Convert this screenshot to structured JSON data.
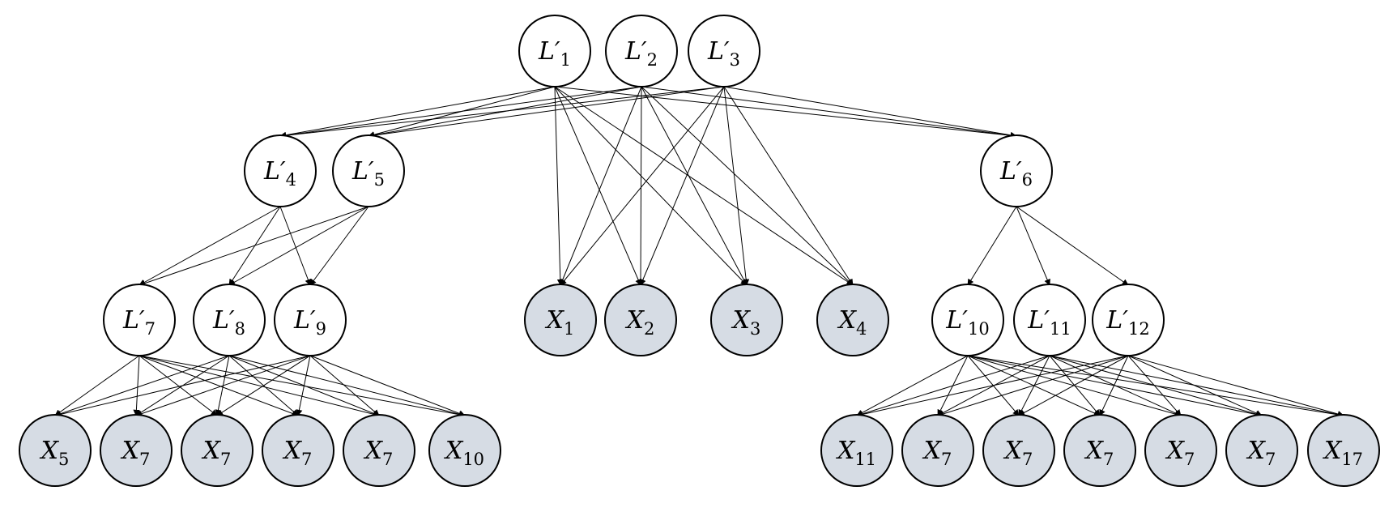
{
  "colors": {
    "latent_fill": "#ffffff",
    "observed_fill": "#d6dce4",
    "stroke": "#000000"
  },
  "nodes": [
    {
      "id": "L1",
      "base": "L",
      "prime": "′",
      "sub": "1",
      "kind": "latent"
    },
    {
      "id": "L2",
      "base": "L",
      "prime": "′",
      "sub": "2",
      "kind": "latent"
    },
    {
      "id": "L3",
      "base": "L",
      "prime": "′",
      "sub": "3",
      "kind": "latent"
    },
    {
      "id": "L4",
      "base": "L",
      "prime": "′",
      "sub": "4",
      "kind": "latent"
    },
    {
      "id": "L5",
      "base": "L",
      "prime": "′",
      "sub": "5",
      "kind": "latent"
    },
    {
      "id": "L6",
      "base": "L",
      "prime": "′",
      "sub": "6",
      "kind": "latent"
    },
    {
      "id": "L7",
      "base": "L",
      "prime": "′",
      "sub": "7",
      "kind": "latent"
    },
    {
      "id": "L8",
      "base": "L",
      "prime": "′",
      "sub": "8",
      "kind": "latent"
    },
    {
      "id": "L9",
      "base": "L",
      "prime": "′",
      "sub": "9",
      "kind": "latent"
    },
    {
      "id": "L10",
      "base": "L",
      "prime": "′",
      "sub": "10",
      "kind": "latent"
    },
    {
      "id": "L11",
      "base": "L",
      "prime": "′",
      "sub": "11",
      "kind": "latent"
    },
    {
      "id": "L12",
      "base": "L",
      "prime": "′",
      "sub": "12",
      "kind": "latent"
    },
    {
      "id": "X1",
      "base": "X",
      "prime": "",
      "sub": "1",
      "kind": "observed"
    },
    {
      "id": "X2",
      "base": "X",
      "prime": "",
      "sub": "2",
      "kind": "observed"
    },
    {
      "id": "X3",
      "base": "X",
      "prime": "",
      "sub": "3",
      "kind": "observed"
    },
    {
      "id": "X4",
      "base": "X",
      "prime": "",
      "sub": "4",
      "kind": "observed"
    },
    {
      "id": "XL1",
      "base": "X",
      "prime": "",
      "sub": "5",
      "kind": "observed"
    },
    {
      "id": "XL2",
      "base": "X",
      "prime": "",
      "sub": "7",
      "kind": "observed"
    },
    {
      "id": "XL3",
      "base": "X",
      "prime": "",
      "sub": "7",
      "kind": "observed"
    },
    {
      "id": "XL4",
      "base": "X",
      "prime": "",
      "sub": "7",
      "kind": "observed"
    },
    {
      "id": "XL5",
      "base": "X",
      "prime": "",
      "sub": "7",
      "kind": "observed"
    },
    {
      "id": "XL6",
      "base": "X",
      "prime": "",
      "sub": "10",
      "kind": "observed"
    },
    {
      "id": "XR1",
      "base": "X",
      "prime": "",
      "sub": "11",
      "kind": "observed"
    },
    {
      "id": "XR2",
      "base": "X",
      "prime": "",
      "sub": "7",
      "kind": "observed"
    },
    {
      "id": "XR3",
      "base": "X",
      "prime": "",
      "sub": "7",
      "kind": "observed"
    },
    {
      "id": "XR4",
      "base": "X",
      "prime": "",
      "sub": "7",
      "kind": "observed"
    },
    {
      "id": "XR5",
      "base": "X",
      "prime": "",
      "sub": "7",
      "kind": "observed"
    },
    {
      "id": "XR6",
      "base": "X",
      "prime": "",
      "sub": "7",
      "kind": "observed"
    },
    {
      "id": "XR7",
      "base": "X",
      "prime": "",
      "sub": "17",
      "kind": "observed"
    }
  ],
  "edges": [
    [
      "L1",
      "L4"
    ],
    [
      "L1",
      "L5"
    ],
    [
      "L1",
      "L6"
    ],
    [
      "L1",
      "X1"
    ],
    [
      "L1",
      "X2"
    ],
    [
      "L1",
      "X3"
    ],
    [
      "L1",
      "X4"
    ],
    [
      "L2",
      "L4"
    ],
    [
      "L2",
      "L5"
    ],
    [
      "L2",
      "L6"
    ],
    [
      "L2",
      "X1"
    ],
    [
      "L2",
      "X2"
    ],
    [
      "L2",
      "X3"
    ],
    [
      "L2",
      "X4"
    ],
    [
      "L3",
      "L4"
    ],
    [
      "L3",
      "L5"
    ],
    [
      "L3",
      "L6"
    ],
    [
      "L3",
      "X1"
    ],
    [
      "L3",
      "X2"
    ],
    [
      "L3",
      "X3"
    ],
    [
      "L3",
      "X4"
    ],
    [
      "L4",
      "L7"
    ],
    [
      "L4",
      "L8"
    ],
    [
      "L4",
      "L9"
    ],
    [
      "L5",
      "L7"
    ],
    [
      "L5",
      "L8"
    ],
    [
      "L5",
      "L9"
    ],
    [
      "L6",
      "L10"
    ],
    [
      "L6",
      "L11"
    ],
    [
      "L6",
      "L12"
    ],
    [
      "L7",
      "XL1"
    ],
    [
      "L7",
      "XL2"
    ],
    [
      "L7",
      "XL3"
    ],
    [
      "L7",
      "XL4"
    ],
    [
      "L7",
      "XL5"
    ],
    [
      "L7",
      "XL6"
    ],
    [
      "L8",
      "XL1"
    ],
    [
      "L8",
      "XL2"
    ],
    [
      "L8",
      "XL3"
    ],
    [
      "L8",
      "XL4"
    ],
    [
      "L8",
      "XL5"
    ],
    [
      "L8",
      "XL6"
    ],
    [
      "L9",
      "XL1"
    ],
    [
      "L9",
      "XL2"
    ],
    [
      "L9",
      "XL3"
    ],
    [
      "L9",
      "XL4"
    ],
    [
      "L9",
      "XL5"
    ],
    [
      "L9",
      "XL6"
    ],
    [
      "L10",
      "XR1"
    ],
    [
      "L10",
      "XR2"
    ],
    [
      "L10",
      "XR3"
    ],
    [
      "L10",
      "XR4"
    ],
    [
      "L10",
      "XR5"
    ],
    [
      "L10",
      "XR6"
    ],
    [
      "L10",
      "XR7"
    ],
    [
      "L11",
      "XR1"
    ],
    [
      "L11",
      "XR2"
    ],
    [
      "L11",
      "XR3"
    ],
    [
      "L11",
      "XR4"
    ],
    [
      "L11",
      "XR5"
    ],
    [
      "L11",
      "XR6"
    ],
    [
      "L11",
      "XR7"
    ],
    [
      "L12",
      "XR1"
    ],
    [
      "L12",
      "XR2"
    ],
    [
      "L12",
      "XR3"
    ],
    [
      "L12",
      "XR4"
    ],
    [
      "L12",
      "XR5"
    ],
    [
      "L12",
      "XR6"
    ],
    [
      "L12",
      "XR7"
    ]
  ]
}
